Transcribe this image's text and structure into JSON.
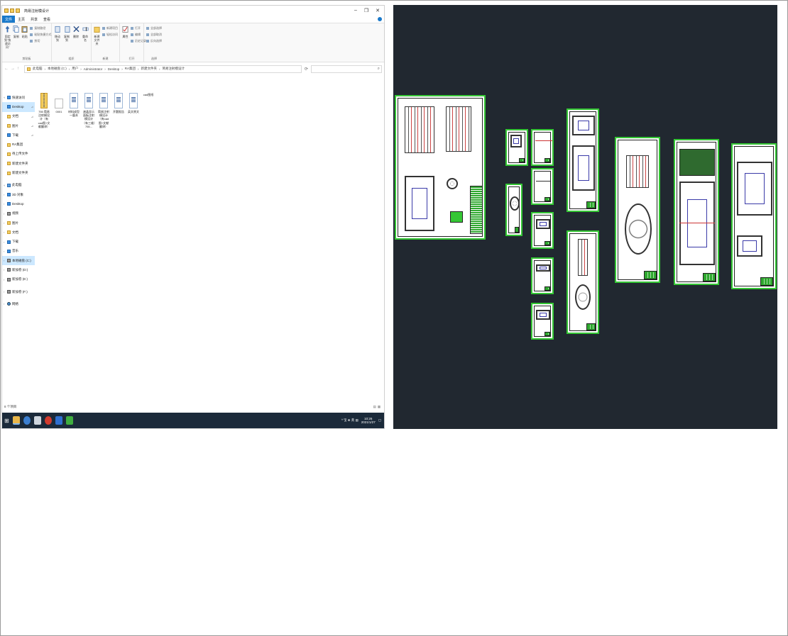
{
  "explorer": {
    "title": "简易注射模设计",
    "window_controls": {
      "minimize": "–",
      "maximize": "❐",
      "close": "✕"
    },
    "menu": {
      "file": "文件",
      "home": "主页",
      "share": "共享",
      "view": "查看"
    },
    "ribbon": {
      "clipboard": {
        "group": "剪贴板",
        "pin": "固定到\"快速访问\"",
        "copy": "复制",
        "paste": "粘贴",
        "copy_path": "复制路径",
        "paste_shortcut": "粘贴快捷方式",
        "cut": "剪切"
      },
      "organize": {
        "group": "组织",
        "move_to": "移动到",
        "copy_to": "复制到",
        "delete": "删除",
        "rename": "重命名"
      },
      "new": {
        "group": "新建",
        "new_folder": "新建文件夹",
        "new_item": "新建项目",
        "easy_access": "轻松访问"
      },
      "open": {
        "group": "打开",
        "properties": "属性",
        "open": "打开",
        "edit": "编辑",
        "history": "历史记录"
      },
      "select": {
        "group": "选择",
        "select_all": "全部选择",
        "select_none": "全部取消",
        "invert": "反向选择"
      }
    },
    "address": {
      "segments": [
        "此电脑",
        "本地磁盘 (C:)",
        "用户",
        "Administrator",
        "Desktop",
        "RA集团",
        "新建文件夹",
        "简易注射模设计"
      ],
      "separator": "›"
    },
    "nav": {
      "quick_access": "快速访问",
      "quick_items": [
        "Desktop",
        "文档",
        "图片",
        "下载",
        "RA集团",
        "待上传文件",
        "新建文件夹",
        "新建文件夹"
      ],
      "this_pc": "此电脑",
      "pc_items": [
        "3D 对象",
        "Desktop",
        "视频",
        "图片",
        "文档",
        "下载",
        "音乐",
        "本地磁盘 (C:)",
        "新加卷 (D:)",
        "新加卷 (E:)"
      ],
      "drive_f": "新加卷 (F:)",
      "network": "网络"
    },
    "files": [
      {
        "name": "755 简易注射模设计（有cad图+文献翻译）",
        "type": "zip"
      },
      {
        "name": "0001",
        "type": "blank"
      },
      {
        "name": "材料成型一篇本",
        "type": "doc"
      },
      {
        "name": "液晶显示面板注射模设计（有三维）755...",
        "type": "doc"
      },
      {
        "name": "简易注射模设计（有cad图+文献翻译）",
        "type": "doc"
      },
      {
        "name": "开题报告",
        "type": "doc"
      },
      {
        "name": "英文原文",
        "type": "doc"
      },
      {
        "name": "cad图纸",
        "type": "cad"
      }
    ],
    "status": "8 个项目",
    "taskbar": {
      "tray_text": "^ 및 ⊕ 英 ▤",
      "time": "10:26",
      "date": "2021/1/27"
    }
  },
  "colors": {
    "cad_background": "#212830",
    "sheet_border": "#35c735",
    "file_tab": "#1979ca",
    "taskbar": "#1b2a3a"
  }
}
